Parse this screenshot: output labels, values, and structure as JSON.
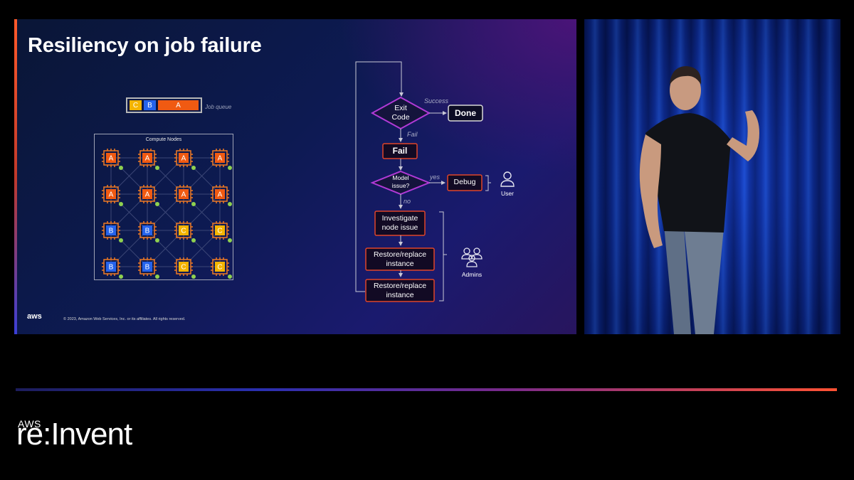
{
  "slide": {
    "title": "Resiliency on job failure",
    "job_queue": {
      "items": [
        "C",
        "B",
        "A"
      ],
      "label": "Job queue"
    },
    "compute": {
      "title": "Compute Nodes",
      "grid": [
        [
          "A",
          "A",
          "A",
          "A"
        ],
        [
          "A",
          "A",
          "A",
          "A"
        ],
        [
          "B",
          "B",
          "C",
          "C"
        ],
        [
          "B",
          "B",
          "C",
          "C"
        ]
      ]
    },
    "flow": {
      "exit_code": "Exit\nCode",
      "success": "Success",
      "done": "Done",
      "fail_edge": "Fail",
      "fail_box": "Fail",
      "model_issue": "Model\nissue?",
      "yes": "yes",
      "debug": "Debug",
      "user": "User",
      "no": "no",
      "investigate": "Investigate\nnode issue",
      "restore1": "Restore/replace\ninstance",
      "restore2": "Restore/replace\ninstance",
      "admins": "Admins"
    },
    "logo": "aws",
    "copyright": "© 2023, Amazon Web Services, Inc. or its affiliates. All rights reserved."
  },
  "branding": {
    "aws": "AWS",
    "event": "re:Invent"
  },
  "colors": {
    "A": "#f05a12",
    "B": "#2563eb",
    "C": "#f4b400",
    "node_dot": "#8fd14f",
    "diamond": "#b13ad6",
    "box_border": "#e0452a"
  }
}
